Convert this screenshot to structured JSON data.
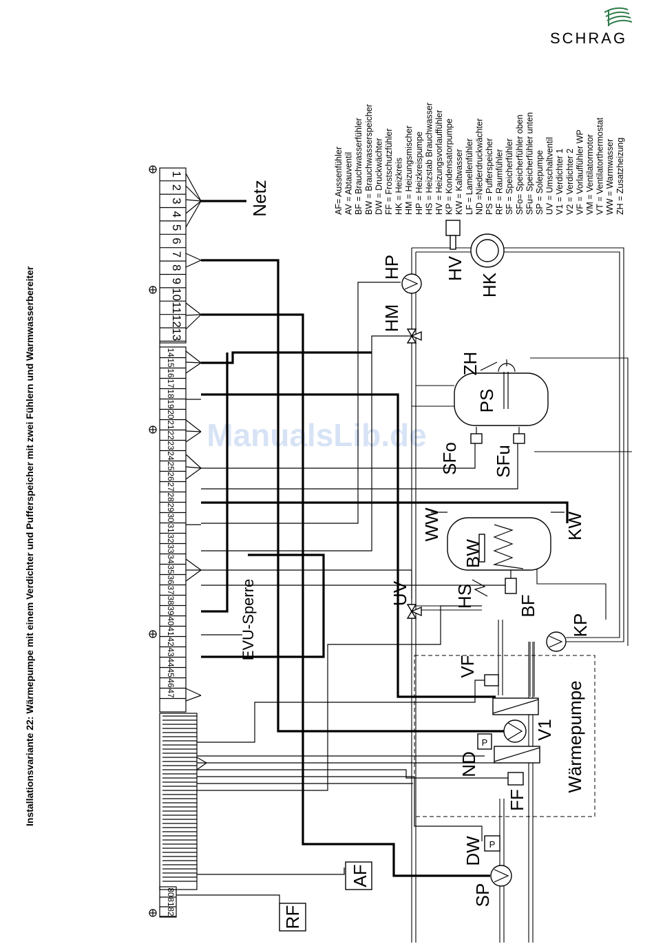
{
  "brand": {
    "name": "SCHRAG"
  },
  "title": "Installationsvariante 22: Wärmepumpe mit einem Verdichter und Pufferspeicher mit zwei Fühlern und Warmwasserbereiter",
  "watermark": "ManualsLib.de",
  "terminals": [
    "1",
    "2",
    "3",
    "4",
    "5",
    "6",
    "7",
    "8",
    "9",
    "10",
    "11",
    "12",
    "13",
    "14",
    "15",
    "16",
    "17",
    "18",
    "19",
    "20",
    "21",
    "22",
    "23",
    "24",
    "25",
    "26",
    "27",
    "28",
    "29",
    "30",
    "31",
    "32",
    "33",
    "34",
    "35",
    "36",
    "37",
    "38",
    "39",
    "40",
    "41",
    "42",
    "43",
    "44",
    "45",
    "46",
    "47",
    "80",
    "81",
    "82"
  ],
  "labels": {
    "netz": "Netz",
    "evu": "EVU-Sperre",
    "waermepumpe": "Wärmepumpe",
    "components": [
      "HP",
      "HV",
      "HK",
      "HM",
      "ZH",
      "PS",
      "SFo",
      "SFu",
      "WW",
      "KW",
      "BW",
      "HS",
      "UV",
      "BF",
      "KP",
      "VF",
      "V1",
      "ND",
      "FF",
      "DW",
      "SP",
      "AF",
      "RF"
    ]
  },
  "legend": [
    "AF= Aussenfühler",
    "AV = Abtauventil",
    "BF = Brauchwasserfühler",
    "BW = Brauchwasserspeicher",
    "DW = Druckwächter",
    "FF = Frostschutzfühler",
    "HK = Heizkreis",
    "HM = Heizungsmischer",
    "HP = Heizkreispumpe",
    "HS = Heizstab Brauchwasser",
    "HV = Heizungsvorlauffühler",
    "KP = Kondensatorpumpe",
    "KW = Kaltwasser",
    "LF = Lamellenfühler",
    "ND =Niederdruckwächter",
    "PS = Pufferspeicher",
    "RF = Raumfühler",
    "SF = Speicherfühler",
    "SFo= Speicherfühler oben",
    "SFu= Speicherfühler unten",
    "SP = Solepumpe",
    "UV = Umschaltventil",
    "V1 = Verdichter 1",
    "V2 = Verdichter 2",
    "VF = Vorlauffühler WP",
    "VM = Ventilatormotor",
    "VT = Ventilatorthermostat",
    "WW = Warmwasser",
    "ZH = Zusatzheizung"
  ]
}
